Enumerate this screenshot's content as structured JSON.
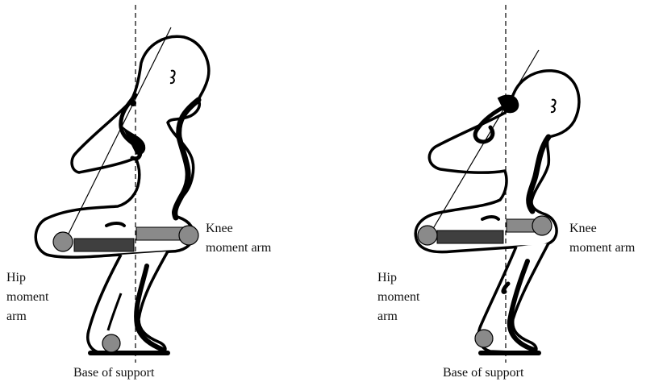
{
  "colors": {
    "outline": "#000000",
    "fill": "#ffffff",
    "hip_arm": "#3f3f3f",
    "knee_arm": "#8a8a8a",
    "joint": "#8a8a8a",
    "plumb_line": "#000000"
  },
  "panels": [
    {
      "id": "left",
      "hip_label": [
        "Hip",
        "moment",
        "arm"
      ],
      "knee_label": [
        "Knee",
        "moment arm"
      ],
      "base_label": "Base of support"
    },
    {
      "id": "right",
      "hip_label": [
        "Hip",
        "moment",
        "arm"
      ],
      "knee_label": [
        "Knee",
        "moment arm"
      ],
      "base_label": "Base of support"
    }
  ]
}
